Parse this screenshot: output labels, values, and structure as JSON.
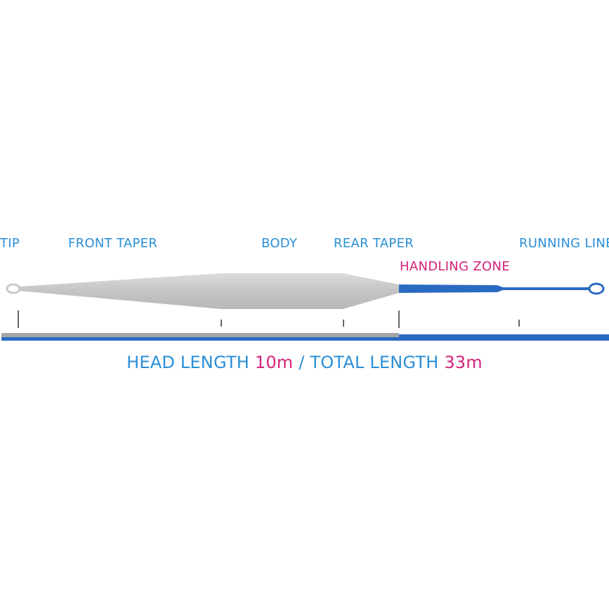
{
  "colors": {
    "blue": "#2a8fd6",
    "magenta": "#d4237a",
    "head_gray": "#c8c8c8",
    "head_bar": "#a6a6a6",
    "running_blue": "#2a6bc2",
    "tick": "#333333"
  },
  "labels": {
    "tip": "TIP",
    "front_taper": "FRONT TAPER",
    "body": "BODY",
    "rear_taper": "REAR TAPER",
    "running_line": "RUNNING LINE",
    "handling_zone": "HANDLING ZONE"
  },
  "footer": {
    "head_label": "HEAD LENGTH",
    "head_value": "10m",
    "separator": "/",
    "total_label": "TOTAL LENGTH",
    "total_value": "33m"
  }
}
